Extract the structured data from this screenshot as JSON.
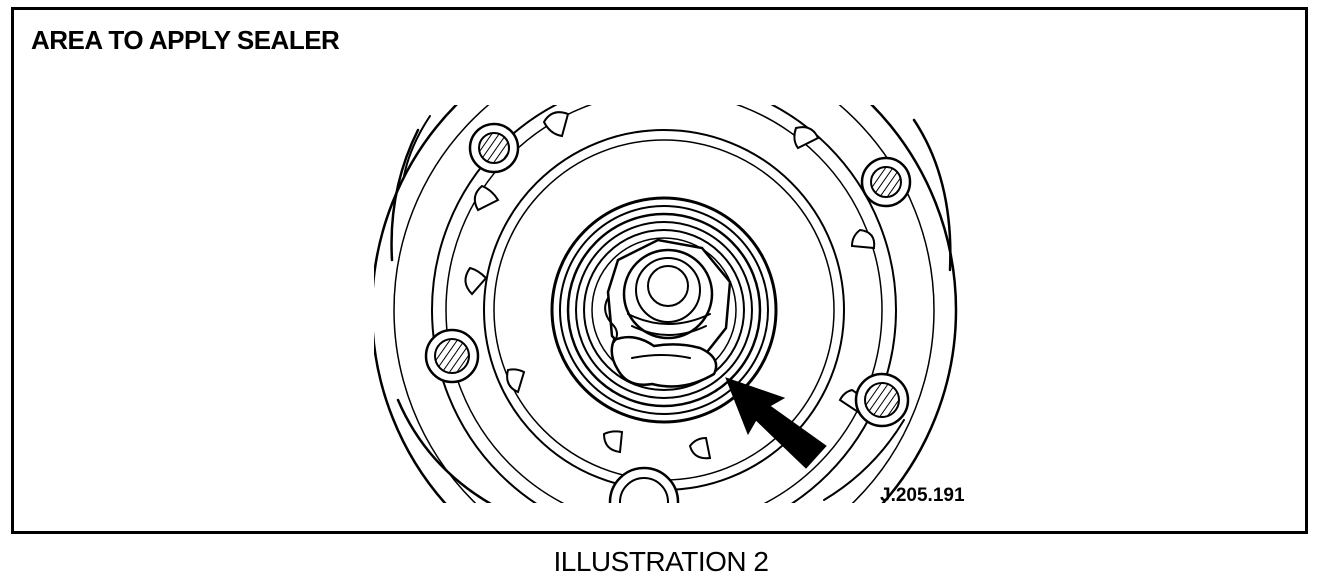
{
  "figure": {
    "title": "AREA TO APPLY SEALER",
    "reference_code": "J.205.191",
    "caption": "ILLUSTRATION 2"
  },
  "drawing": {
    "subject": "hub-with-threaded-holes-and-center-nut",
    "line_color": "#000000",
    "background_color": "#ffffff",
    "arrow_icon": "sealer-area-arrow-icon"
  }
}
